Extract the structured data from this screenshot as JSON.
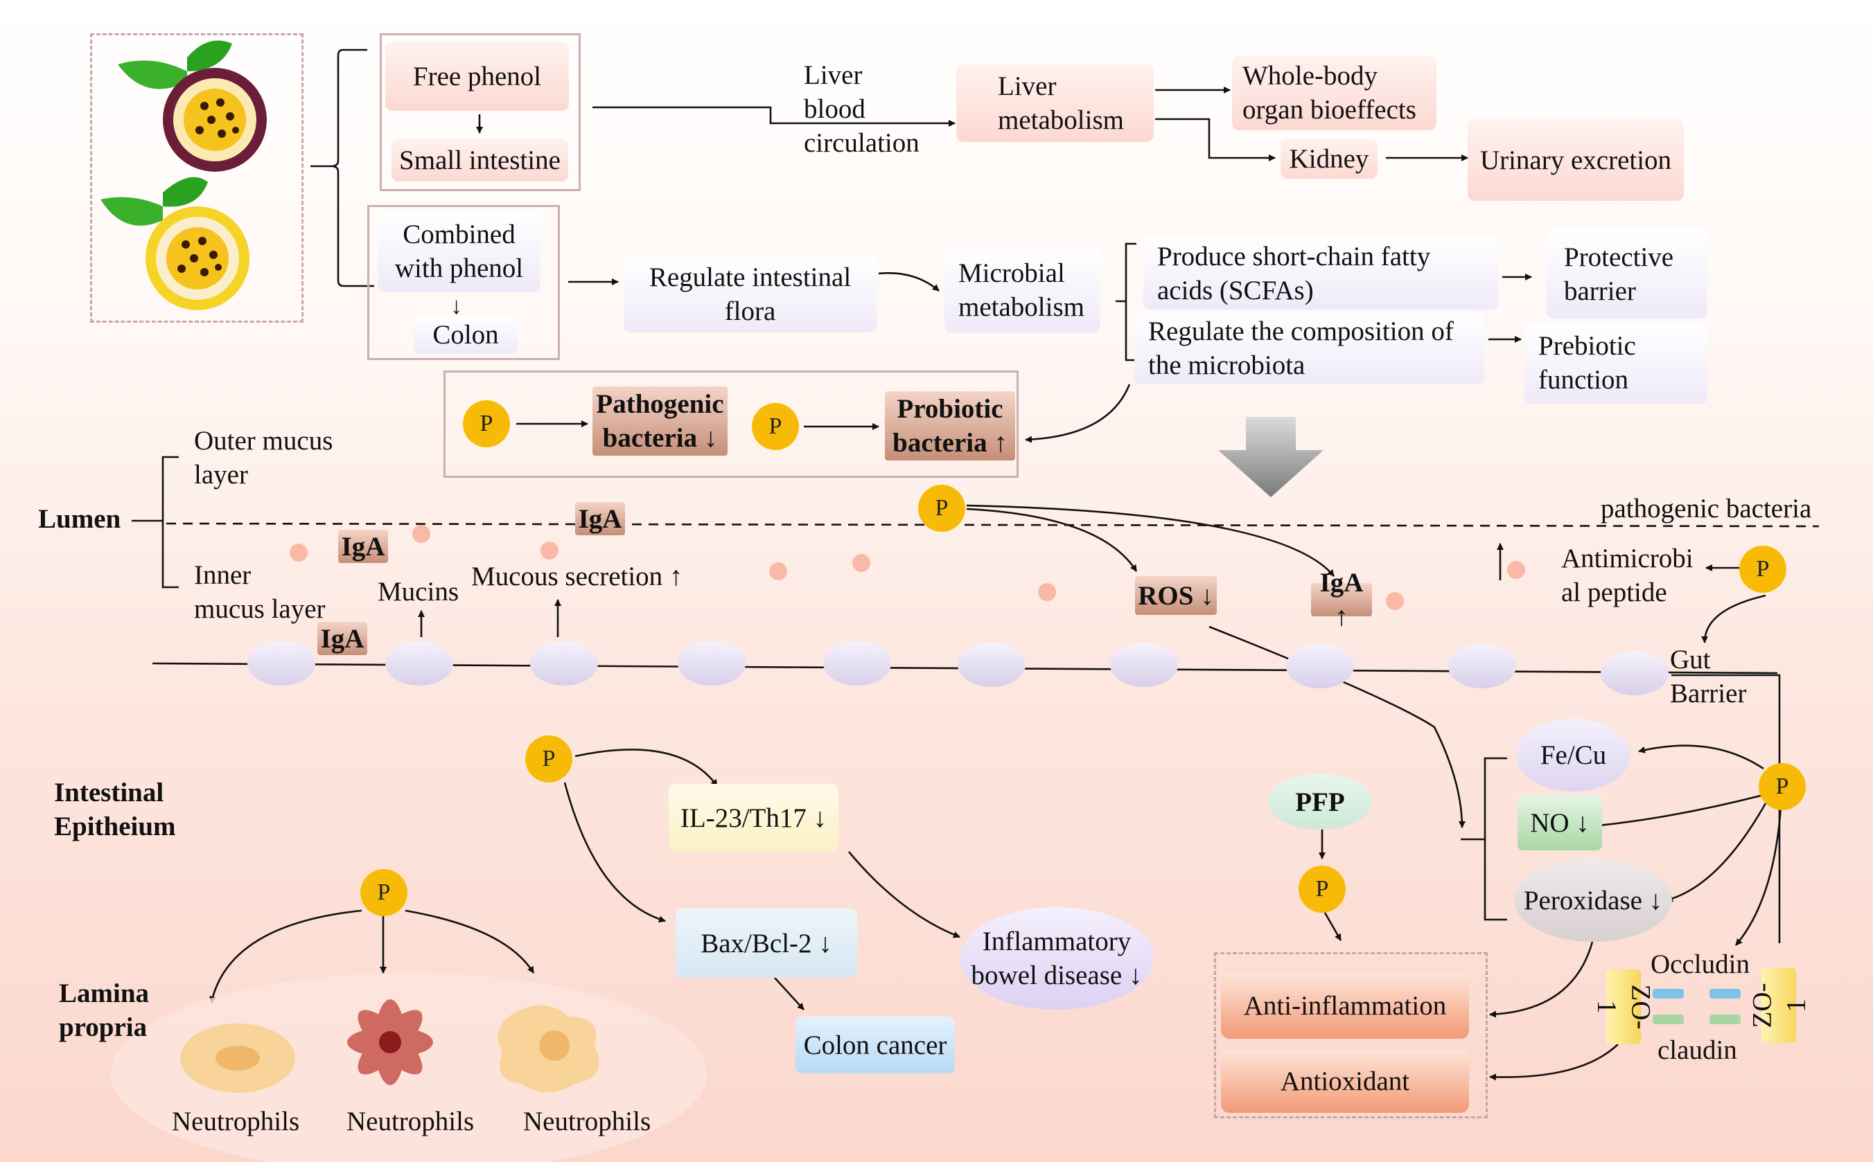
{
  "colors": {
    "p_circle": "#f7bb07",
    "brown_box": "#c58f78",
    "pink_box": "#fcd9d2",
    "lavender_box": "#eeeaf8",
    "orange_box": "#f29a76",
    "background_bottom": "#fbd7cc"
  },
  "icons": [
    "purple-passion-fruit-icon",
    "yellow-passion-fruit-icon",
    "down-arrow-icon",
    "neutrophil-icon"
  ],
  "top": {
    "free_phenol": "Free phenol",
    "small_intestine": "Small intestine",
    "combined_1": "Combined",
    "combined_2": "with phenol",
    "colon": "Colon",
    "liver_blood_1": "Liver",
    "liver_blood_2": "blood",
    "liver_blood_3": "circulation",
    "liver_met_1": "Liver",
    "liver_met_2": "metabolism",
    "whole_body_1": "Whole-body",
    "whole_body_2": "organ bioeffects",
    "kidney": "Kidney",
    "urinary": "Urinary excretion",
    "regulate_flora_1": "Regulate intestinal",
    "regulate_flora_2": "flora",
    "microbial_1": "Microbial",
    "microbial_2": "metabolism",
    "scfa_1": "Produce short-chain fatty",
    "scfa_2": "acids (SCFAs)",
    "regcomp_1": "Regulate the composition of",
    "regcomp_2": "the microbiota",
    "protective_1": "Protective",
    "protective_2": "barrier",
    "prebiotic_1": "Prebiotic",
    "prebiotic_2": "function"
  },
  "bacteria": {
    "p": "P",
    "pathogenic_1": "Pathogenic",
    "pathogenic_2": "bacteria ↓",
    "probiotic_1": "Probiotic",
    "probiotic_2": "bacteria ↑"
  },
  "lumen": {
    "lumen": "Lumen",
    "outer_1": "Outer mucus",
    "outer_2": "layer",
    "inner_1": "Inner",
    "inner_2": "mucus layer",
    "iga": "IgA",
    "mucins": "Mucins",
    "mucous_secretion": "Mucous secretion ↑",
    "pathogenic_bacteria": "pathogenic bacteria",
    "ros": "ROS ↓",
    "iga_up": "IgA ↑",
    "up_arrow": "↑",
    "antimicro_1": "Antimicrobi",
    "antimicro_2": "al peptide",
    "gut_1": "Gut",
    "gut_2": "Barrier"
  },
  "epith": {
    "label_1": "Intestinal",
    "label_2": "Epitheium",
    "il23": "IL-23/Th17 ↓",
    "bax": "Bax/Bcl-2 ↓",
    "colon_cancer": "Colon cancer",
    "ibd_1": "Inflammatory",
    "ibd_2": "bowel disease ↓",
    "pfp": "PFP",
    "fecu": "Fe/Cu",
    "no": "NO ↓",
    "peroxidase": "Peroxidase ↓",
    "anti_inflammation": "Anti-inflammation",
    "antioxidant": "Antioxidant",
    "occludin": "Occludin",
    "claudin": "claudin",
    "zo1": "ZO-1"
  },
  "lamina": {
    "label_1": "Lamina",
    "label_2": "propria",
    "neutrophils": "Neutrophils"
  }
}
